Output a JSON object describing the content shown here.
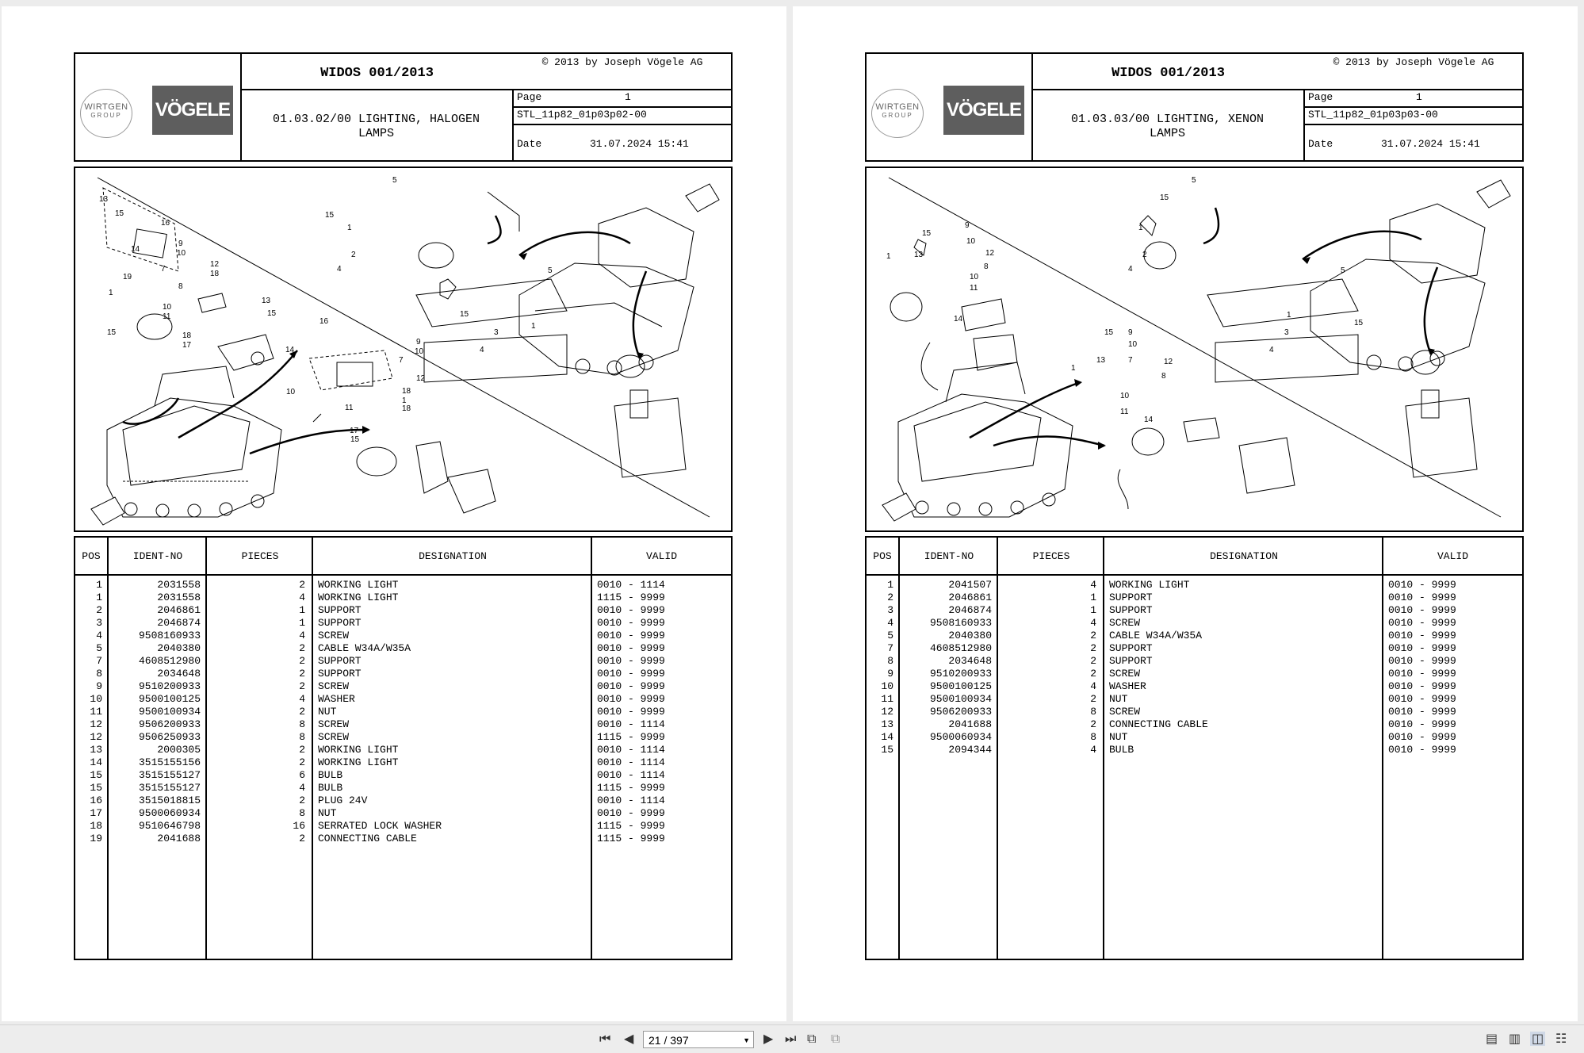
{
  "viewer": {
    "page_indicator": "21 / 397",
    "dropdown_icon": "chevron-down-icon",
    "icons": [
      "first-page-icon",
      "prev-page-icon",
      "next-page-icon",
      "last-page-icon",
      "fit-page-icon",
      "fit-width-icon",
      "single-page-icon",
      "continuous-page-icon",
      "two-page-icon",
      "two-page-continuous-icon"
    ]
  },
  "pages": [
    {
      "header": {
        "title": "WIDOS 001/2013",
        "copyright": "© 2013 by Joseph Vögele AG",
        "subtitle_line1": "01.03.02/00 LIGHTING, HALOGEN",
        "subtitle_line2": "LAMPS",
        "page_label": "Page",
        "page_value": "1",
        "doc_id": "STL_11p82_01p03p02-00",
        "date_label": "Date",
        "date_value": "31.07.2024  15:41",
        "logo_wirtgen_1": "WIRTGEN",
        "logo_wirtgen_2": "GROUP",
        "logo_vogele": "VÖGELE"
      },
      "table": {
        "headers": {
          "pos": "POS",
          "ident": "IDENT-NO",
          "pieces": "PIECES",
          "designation": "DESIGNATION",
          "valid": "VALID"
        },
        "rows": [
          {
            "pos": "1",
            "ident": "2031558",
            "pieces": "2",
            "designation": "WORKING LIGHT",
            "valid": "0010 - 1114"
          },
          {
            "pos": "1",
            "ident": "2031558",
            "pieces": "4",
            "designation": "WORKING LIGHT",
            "valid": "1115 - 9999"
          },
          {
            "pos": "2",
            "ident": "2046861",
            "pieces": "1",
            "designation": "SUPPORT",
            "valid": "0010 - 9999"
          },
          {
            "pos": "3",
            "ident": "2046874",
            "pieces": "1",
            "designation": "SUPPORT",
            "valid": "0010 - 9999"
          },
          {
            "pos": "4",
            "ident": "9508160933",
            "pieces": "4",
            "designation": "SCREW",
            "valid": "0010 - 9999"
          },
          {
            "pos": "5",
            "ident": "2040380",
            "pieces": "2",
            "designation": "CABLE W34A/W35A",
            "valid": "0010 - 9999"
          },
          {
            "pos": "7",
            "ident": "4608512980",
            "pieces": "2",
            "designation": "SUPPORT",
            "valid": "0010 - 9999"
          },
          {
            "pos": "8",
            "ident": "2034648",
            "pieces": "2",
            "designation": "SUPPORT",
            "valid": "0010 - 9999"
          },
          {
            "pos": "9",
            "ident": "9510200933",
            "pieces": "2",
            "designation": "SCREW",
            "valid": "0010 - 9999"
          },
          {
            "pos": "10",
            "ident": "9500100125",
            "pieces": "4",
            "designation": "WASHER",
            "valid": "0010 - 9999"
          },
          {
            "pos": "11",
            "ident": "9500100934",
            "pieces": "2",
            "designation": "NUT",
            "valid": "0010 - 9999"
          },
          {
            "pos": "12",
            "ident": "9506200933",
            "pieces": "8",
            "designation": "SCREW",
            "valid": "0010 - 1114"
          },
          {
            "pos": "12",
            "ident": "9506250933",
            "pieces": "8",
            "designation": "SCREW",
            "valid": "1115 - 9999"
          },
          {
            "pos": "13",
            "ident": "2000305",
            "pieces": "2",
            "designation": "WORKING LIGHT",
            "valid": "0010 - 1114"
          },
          {
            "pos": "14",
            "ident": "3515155156",
            "pieces": "2",
            "designation": "WORKING LIGHT",
            "valid": "0010 - 1114"
          },
          {
            "pos": "15",
            "ident": "3515155127",
            "pieces": "6",
            "designation": "BULB",
            "valid": "0010 - 1114"
          },
          {
            "pos": "15",
            "ident": "3515155127",
            "pieces": "4",
            "designation": "BULB",
            "valid": "1115 - 9999"
          },
          {
            "pos": "16",
            "ident": "3515018815",
            "pieces": "2",
            "designation": "PLUG 24V",
            "valid": "0010 - 1114"
          },
          {
            "pos": "17",
            "ident": "9500060934",
            "pieces": "8",
            "designation": "NUT",
            "valid": "0010 - 9999"
          },
          {
            "pos": "18",
            "ident": "9510646798",
            "pieces": "16",
            "designation": "SERRATED LOCK WASHER",
            "valid": "1115 - 9999"
          },
          {
            "pos": "19",
            "ident": "2041688",
            "pieces": "2",
            "designation": "CONNECTING CABLE",
            "valid": "1115 - 9999"
          }
        ]
      }
    },
    {
      "header": {
        "title": "WIDOS 001/2013",
        "copyright": "© 2013 by Joseph Vögele AG",
        "subtitle_line1": "01.03.03/00 LIGHTING, XENON",
        "subtitle_line2": "LAMPS",
        "page_label": "Page",
        "page_value": "1",
        "doc_id": "STL_11p82_01p03p03-00",
        "date_label": "Date",
        "date_value": "31.07.2024  15:41",
        "logo_wirtgen_1": "WIRTGEN",
        "logo_wirtgen_2": "GROUP",
        "logo_vogele": "VÖGELE"
      },
      "table": {
        "headers": {
          "pos": "POS",
          "ident": "IDENT-NO",
          "pieces": "PIECES",
          "designation": "DESIGNATION",
          "valid": "VALID"
        },
        "rows": [
          {
            "pos": "1",
            "ident": "2041507",
            "pieces": "4",
            "designation": "WORKING LIGHT",
            "valid": "0010 - 9999"
          },
          {
            "pos": "2",
            "ident": "2046861",
            "pieces": "1",
            "designation": "SUPPORT",
            "valid": "0010 - 9999"
          },
          {
            "pos": "3",
            "ident": "2046874",
            "pieces": "1",
            "designation": "SUPPORT",
            "valid": "0010 - 9999"
          },
          {
            "pos": "4",
            "ident": "9508160933",
            "pieces": "4",
            "designation": "SCREW",
            "valid": "0010 - 9999"
          },
          {
            "pos": "5",
            "ident": "2040380",
            "pieces": "2",
            "designation": "CABLE W34A/W35A",
            "valid": "0010 - 9999"
          },
          {
            "pos": "7",
            "ident": "4608512980",
            "pieces": "2",
            "designation": "SUPPORT",
            "valid": "0010 - 9999"
          },
          {
            "pos": "8",
            "ident": "2034648",
            "pieces": "2",
            "designation": "SUPPORT",
            "valid": "0010 - 9999"
          },
          {
            "pos": "9",
            "ident": "9510200933",
            "pieces": "2",
            "designation": "SCREW",
            "valid": "0010 - 9999"
          },
          {
            "pos": "10",
            "ident": "9500100125",
            "pieces": "4",
            "designation": "WASHER",
            "valid": "0010 - 9999"
          },
          {
            "pos": "11",
            "ident": "9500100934",
            "pieces": "2",
            "designation": "NUT",
            "valid": "0010 - 9999"
          },
          {
            "pos": "12",
            "ident": "9506200933",
            "pieces": "8",
            "designation": "SCREW",
            "valid": "0010 - 9999"
          },
          {
            "pos": "13",
            "ident": "2041688",
            "pieces": "2",
            "designation": "CONNECTING CABLE",
            "valid": "0010 - 9999"
          },
          {
            "pos": "14",
            "ident": "9500060934",
            "pieces": "8",
            "designation": "NUT",
            "valid": "0010 - 9999"
          },
          {
            "pos": "15",
            "ident": "2094344",
            "pieces": "4",
            "designation": "BULB",
            "valid": "0010 - 9999"
          }
        ]
      }
    }
  ],
  "diagram_callouts": {
    "left": [
      "13",
      "15",
      "16",
      "14",
      "9",
      "10",
      "12",
      "18",
      "19",
      "7",
      "8",
      "1",
      "10",
      "11",
      "15",
      "18",
      "17",
      "5",
      "15",
      "1",
      "2",
      "4",
      "5",
      "15",
      "1",
      "3",
      "4",
      "13",
      "15",
      "16",
      "14",
      "9",
      "10",
      "7",
      "12",
      "18",
      "1",
      "10",
      "11",
      "18",
      "17",
      "15"
    ],
    "right": [
      "15",
      "1",
      "13",
      "9",
      "10",
      "12",
      "8",
      "10",
      "11",
      "14",
      "5",
      "15",
      "1",
      "2",
      "4",
      "5",
      "1",
      "15",
      "3",
      "4",
      "15",
      "9",
      "10",
      "7",
      "12",
      "13",
      "8",
      "1",
      "10",
      "11",
      "14"
    ]
  }
}
